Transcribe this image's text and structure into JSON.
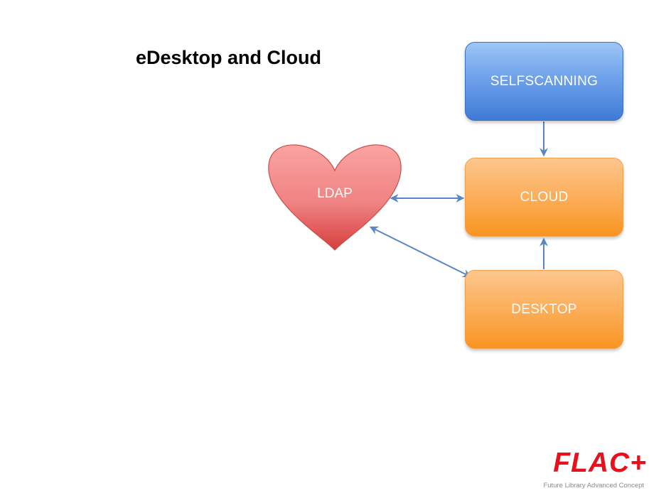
{
  "slide": {
    "title": "eDesktop and Cloud"
  },
  "nodes": {
    "selfscanning": "SELFSCANNING",
    "cloud": "CLOUD",
    "desktop": "DESKTOP",
    "ldap": "LDAP"
  },
  "connections": [
    {
      "from": "selfscanning",
      "to": "cloud",
      "direction": "one-way"
    },
    {
      "from": "desktop",
      "to": "cloud",
      "direction": "one-way"
    },
    {
      "from": "ldap",
      "to": "cloud",
      "direction": "two-way"
    },
    {
      "from": "ldap",
      "to": "desktop",
      "direction": "two-way"
    }
  ],
  "logo": {
    "mark": "FLAC+",
    "tagline": "Future Library Advanced Concept"
  },
  "colors": {
    "blue_box": "#5b93e3",
    "orange_box": "#fbab52",
    "heart": "#e96565",
    "arrow": "#5a86c6",
    "logo": "#e8101a"
  }
}
